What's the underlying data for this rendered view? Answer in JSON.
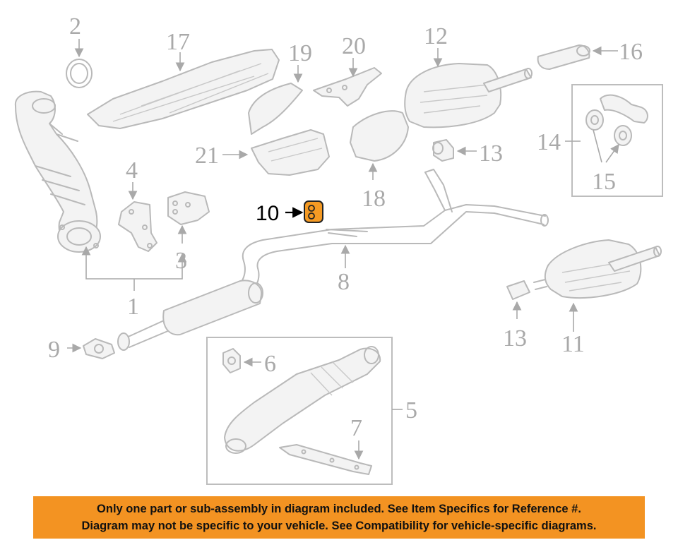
{
  "callouts": {
    "c1": "1",
    "c2": "2",
    "c3": "3",
    "c4": "4",
    "c5": "5",
    "c6": "6",
    "c7": "7",
    "c8": "8",
    "c9": "9",
    "c10": "10",
    "c11": "11",
    "c12": "12",
    "c13a": "13",
    "c13b": "13",
    "c14": "14",
    "c15": "15",
    "c16": "16",
    "c17": "17",
    "c18": "18",
    "c19": "19",
    "c20": "20",
    "c21": "21"
  },
  "highlighted_part": "10",
  "colors": {
    "highlight": "#f59a23",
    "banner_background": "#f39322",
    "line_art": "#b9b9b9"
  },
  "notice": {
    "line1": "Only one part or sub-assembly in diagram included. See Item Specifics for Reference #.",
    "line2": "Diagram may not be specific to your vehicle. See Compatibility for vehicle-specific diagrams."
  }
}
